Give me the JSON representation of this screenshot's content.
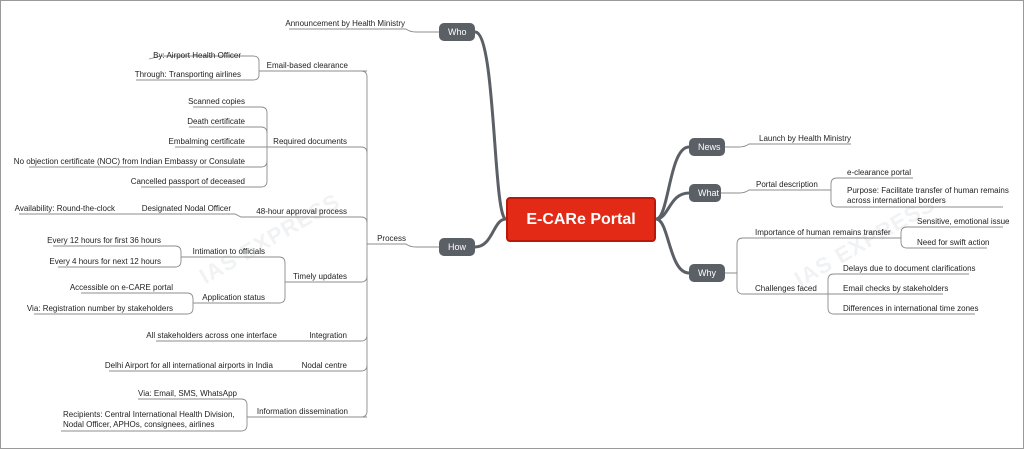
{
  "central": "E-CARe Portal",
  "branches": {
    "who": "Who",
    "how": "How",
    "news": "News",
    "what": "What",
    "why": "Why"
  },
  "who": {
    "announcement": "Announcement by Health Ministry"
  },
  "news": {
    "launch": "Launch by Health Ministry"
  },
  "what": {
    "portal_description": "Portal description",
    "eclearance": "e-clearance portal",
    "purpose_line1": "Purpose: Facilitate transfer of human remains",
    "purpose_line2": "across international borders"
  },
  "why": {
    "importance": "Importance of human remains transfer",
    "sensitive": "Sensitive, emotional issue",
    "swift": "Need for swift action",
    "challenges": "Challenges faced",
    "delays": "Delays due to document clarifications",
    "email_checks": "Email checks by stakeholders",
    "time_zones": "Differences in international time zones"
  },
  "how": {
    "process": "Process",
    "email_clearance": "Email-based clearance",
    "by_officer": "By: Airport Health Officer",
    "through_airlines": "Through: Transporting airlines",
    "required_documents": "Required documents",
    "docs": [
      "Scanned copies",
      "Death certificate",
      "Embalming certificate",
      "No objection certificate (NOC) from Indian Embassy or Consulate",
      "Cancelled passport of deceased"
    ],
    "approval": "48-hour approval process",
    "nodal_officer": "Designated Nodal Officer",
    "availability": "Availability: Round-the-clock",
    "timely_updates": "Timely updates",
    "intimation": "Intimation to officials",
    "every12": "Every 12 hours for first 36 hours",
    "every4": "Every 4 hours for next 12 hours",
    "app_status": "Application status",
    "accessible": "Accessible on e-CARE portal",
    "via_registration": "Via: Registration number by stakeholders",
    "integration": "Integration",
    "all_stakeholders": "All stakeholders across one interface",
    "nodal_centre": "Nodal centre",
    "delhi_airport": "Delhi Airport for all international airports in India",
    "info_dissemination": "Information dissemination",
    "via_channels": "Via: Email, SMS, WhatsApp",
    "recipients_line1": "Recipients: Central International Health Division,",
    "recipients_line2": "Nodal Officer, APHOs, consignees, airlines"
  },
  "watermark": "IAS EXPRESS",
  "colors": {
    "central": "#e22a16",
    "branch": "#5b5f66",
    "link": "#8c8c8c"
  }
}
